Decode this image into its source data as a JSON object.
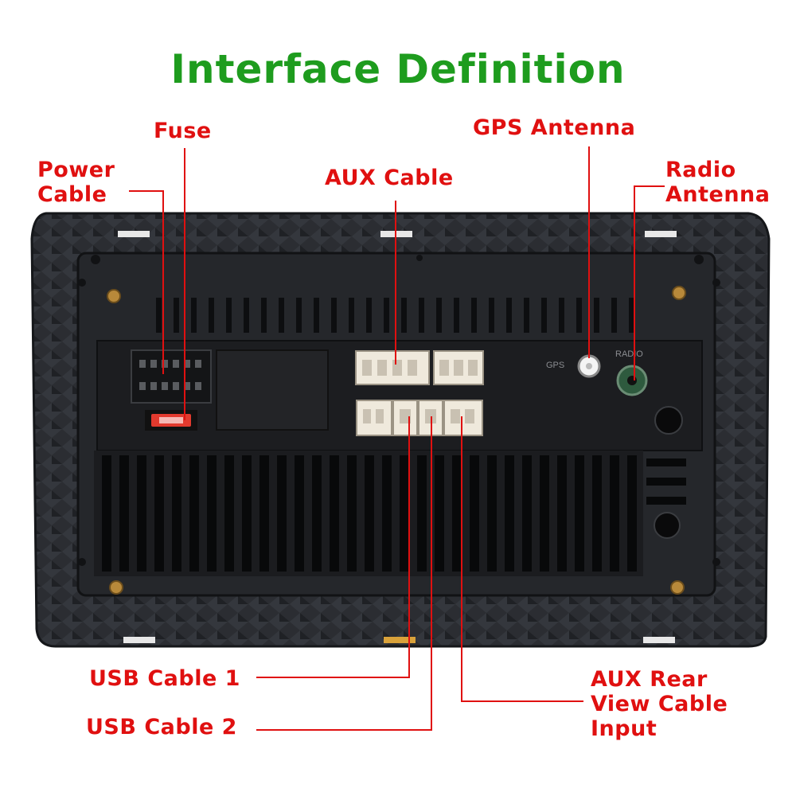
{
  "title": "Interface Definition",
  "labels": {
    "fuse": "Fuse",
    "power_cable": [
      "Power",
      "Cable"
    ],
    "aux_cable": "AUX Cable",
    "gps_antenna": "GPS Antenna",
    "radio_antenna": [
      "Radio",
      "Antenna"
    ],
    "usb_cable_1": "USB Cable 1",
    "usb_cable_2": "USB Cable 2",
    "aux_rear_view": [
      "AUX Rear",
      "View Cable",
      "Input"
    ]
  },
  "panel_markings": {
    "gps": "GPS",
    "radio": "RADIO"
  },
  "colors": {
    "title": "#1e9c1e",
    "label": "#e01010",
    "leader": "#e01010",
    "body": "#2a2c31",
    "connector": "#efe9dc"
  },
  "icons": [
    "fuse-icon",
    "gps-jack-icon",
    "radio-jack-icon",
    "screw-icon"
  ]
}
